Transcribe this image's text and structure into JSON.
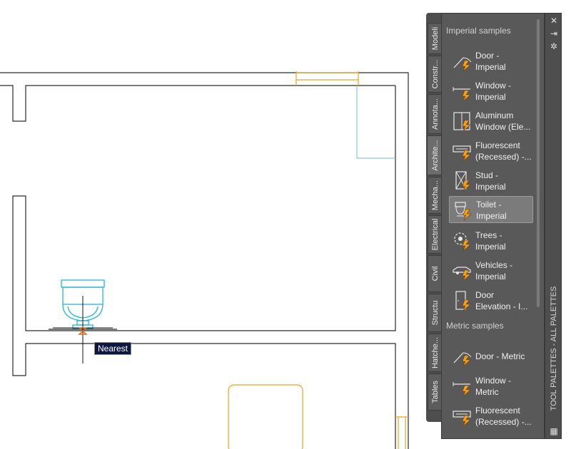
{
  "snap_tooltip": "Nearest",
  "palette": {
    "title": "TOOL PALETTES - ALL PALETTES",
    "tabs": [
      "Modeli",
      "Constr...",
      "Annota...",
      "Archite...",
      "Mecha...",
      "Electrical",
      "Civil",
      "Structu",
      "Hatche...",
      "Tables"
    ],
    "active_tab": "Archite...",
    "sections": [
      {
        "heading": "Imperial samples",
        "tools": [
          {
            "line1": "Door -",
            "line2": "Imperial",
            "icon": "door-icon"
          },
          {
            "line1": "Window -",
            "line2": "Imperial",
            "icon": "window-icon"
          },
          {
            "line1": "Aluminum",
            "line2": "Window (Ele...",
            "icon": "aluminum-window-icon"
          },
          {
            "line1": "Fluorescent",
            "line2": "(Recessed) -...",
            "icon": "fluorescent-icon"
          },
          {
            "line1": "Stud -",
            "line2": "Imperial",
            "icon": "stud-icon"
          },
          {
            "line1": "Toilet -",
            "line2": "Imperial",
            "icon": "toilet-icon",
            "selected": true
          },
          {
            "line1": "Trees -",
            "line2": "Imperial",
            "icon": "trees-icon"
          },
          {
            "line1": "Vehicles -",
            "line2": "Imperial",
            "icon": "vehicle-icon"
          },
          {
            "line1": "Door",
            "line2": "Elevation - I...",
            "icon": "door-elevation-icon"
          }
        ]
      },
      {
        "heading": "Metric samples",
        "tools": [
          {
            "line1": "Door - Metric",
            "line2": "",
            "icon": "door-icon"
          },
          {
            "line1": "Window -",
            "line2": "Metric",
            "icon": "window-icon"
          },
          {
            "line1": "Fluorescent",
            "line2": "(Recessed) -...",
            "icon": "fluorescent-icon"
          }
        ]
      }
    ]
  }
}
